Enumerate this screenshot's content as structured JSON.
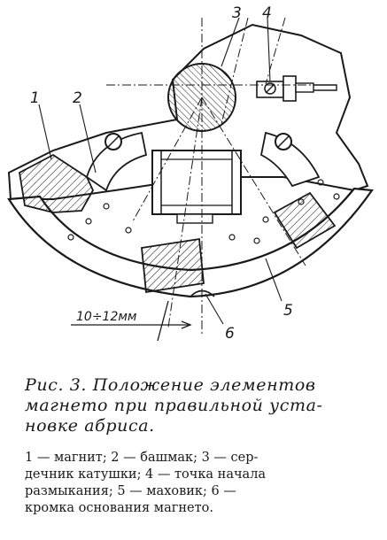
{
  "callouts": {
    "c1": "1",
    "c2": "2",
    "c3": "3",
    "c4": "4",
    "c5": "5",
    "c6": "6"
  },
  "dimension": "10÷12мм",
  "caption": {
    "line1": "Рис. 3. Положение элементов",
    "line2": "магнето при правильной уста-",
    "line3": "новке абриса."
  },
  "legend": {
    "line1": "1 — магнит; 2 — башмак; 3 — сер-",
    "line2": "дечник катушки; 4 — точка начала",
    "line3": "размыкания; 5 — маховик; 6 —",
    "line4": "кромка основания магнето."
  }
}
